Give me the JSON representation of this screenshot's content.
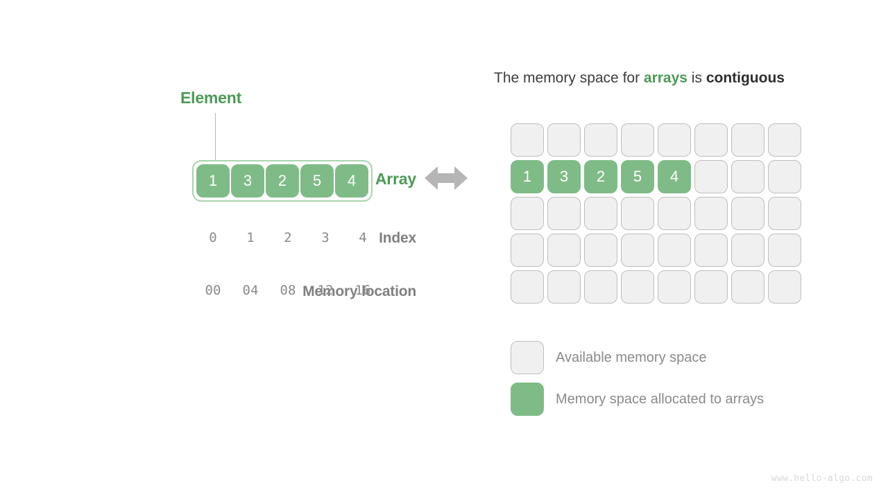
{
  "left": {
    "element_callout": "Element",
    "array_label": "Array",
    "index_label": "Index",
    "memory_location_label": "Memory location",
    "array_values": [
      "1",
      "3",
      "2",
      "5",
      "4"
    ],
    "index_values": [
      "0",
      "1",
      "2",
      "3",
      "4"
    ],
    "memory_locations": [
      "00",
      "04",
      "08",
      "12",
      "16"
    ]
  },
  "arrow": {
    "icon": "double-headed-arrow-icon",
    "color": "#b5b5b5"
  },
  "right": {
    "heading": {
      "part1": "The memory space for ",
      "highlight_green": "arrays",
      "part2": " is ",
      "highlight_dark": "contiguous"
    },
    "grid": {
      "columns": 8,
      "rows": 5,
      "filled_row_index": 1,
      "filled_values": [
        "1",
        "3",
        "2",
        "5",
        "4"
      ]
    },
    "legend": [
      {
        "swatch": "available",
        "label": "Available memory space"
      },
      {
        "swatch": "allocated",
        "label": "Memory space allocated to arrays"
      }
    ]
  },
  "watermark": "www.hello-algo.com",
  "colors": {
    "green": "#7fbb87",
    "green_text": "#4c9a56",
    "green_border": "#a8d4ad",
    "empty_cell": "#f0f0f0",
    "empty_border": "#bdbdbd",
    "gray_text": "#8a8a8a",
    "dark_text": "#2e2e2e"
  }
}
